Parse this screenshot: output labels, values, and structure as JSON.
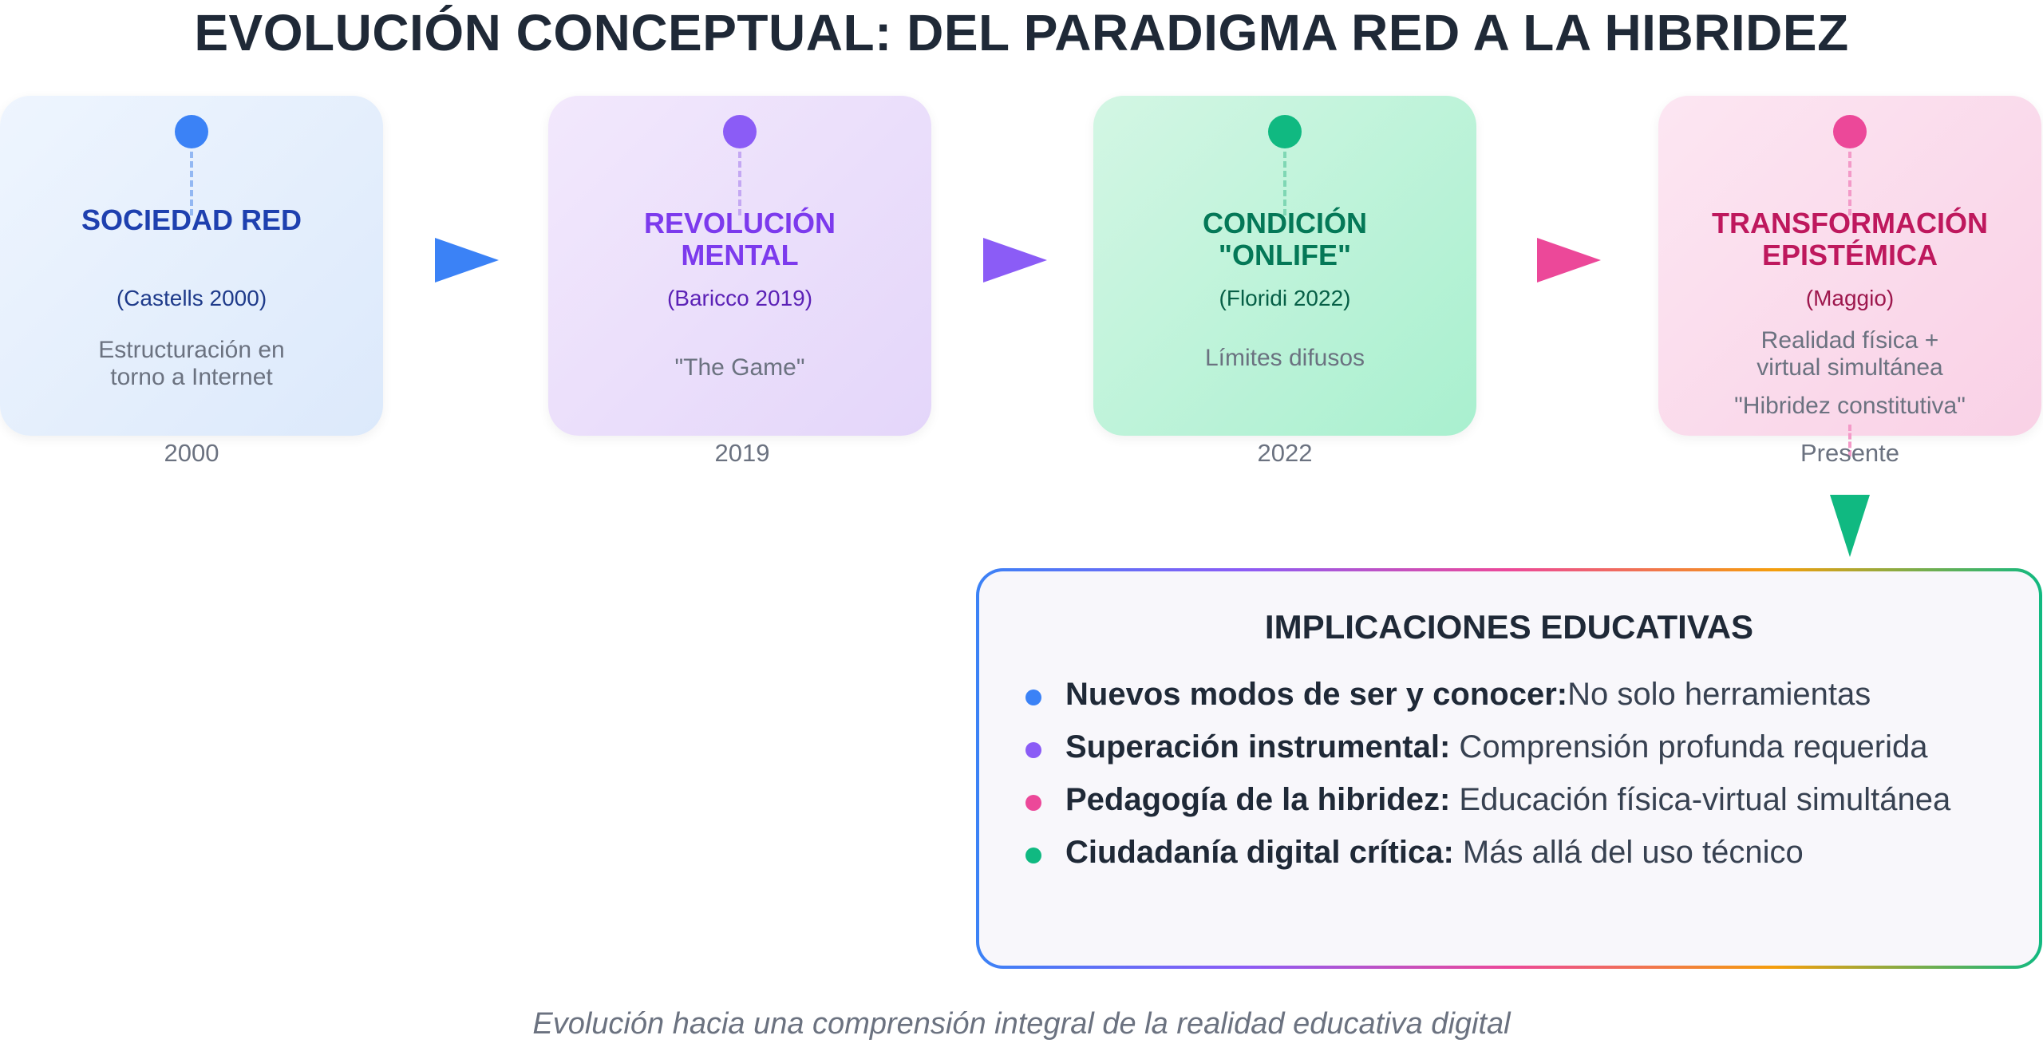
{
  "title": "EVOLUCIÓN CONCEPTUAL: DEL PARADIGMA RED A LA HIBRIDEZ",
  "stages": [
    {
      "title_line1": "SOCIEDAD RED",
      "title_line2": "",
      "reference": "(Castells 2000)",
      "description_line1": "Estructuración en",
      "description_line2": "torno a Internet",
      "note": "",
      "year": "2000",
      "color": "#3b82f6",
      "title_color": "#1e40af",
      "ref_color": "#1e3a8a"
    },
    {
      "title_line1": "REVOLUCIÓN",
      "title_line2": "MENTAL",
      "reference": "(Baricco 2019)",
      "description_line1": "\"The Game\"",
      "description_line2": "",
      "note": "",
      "year": "2019",
      "color": "#8b5cf6",
      "title_color": "#7c3aed",
      "ref_color": "#5b21b6"
    },
    {
      "title_line1": "CONDICIÓN",
      "title_line2": "\"ONLIFE\"",
      "reference": "(Floridi 2022)",
      "description_line1": "Límites difusos",
      "description_line2": "",
      "note": "",
      "year": "2022",
      "color": "#10b981",
      "title_color": "#047857",
      "ref_color": "#065f46"
    },
    {
      "title_line1": "TRANSFORMACIÓN",
      "title_line2": "EPISTÉMICA",
      "reference": "(Maggio)",
      "description_line1": "Realidad física +",
      "description_line2": "virtual simultánea",
      "note": "\"Hibridez constitutiva\"",
      "year": "Presente",
      "color": "#ec4899",
      "title_color": "#be185d",
      "ref_color": "#9d174d"
    }
  ],
  "implications": {
    "title": "IMPLICACIONES EDUCATIVAS",
    "items": [
      {
        "bold": "Nuevos modos de ser y conocer:",
        "text": "No solo herramientas",
        "color": "#3b82f6"
      },
      {
        "bold": "Superación instrumental:",
        "text": " Comprensión profunda requerida",
        "color": "#8b5cf6"
      },
      {
        "bold": "Pedagogía de la hibridez:",
        "text": " Educación física-virtual simultánea",
        "color": "#ec4899"
      },
      {
        "bold": "Ciudadanía digital crítica:",
        "text": " Más allá del uso técnico",
        "color": "#10b981"
      }
    ]
  },
  "caption": "Evolución hacia una comprensión integral de la realidad educativa digital"
}
